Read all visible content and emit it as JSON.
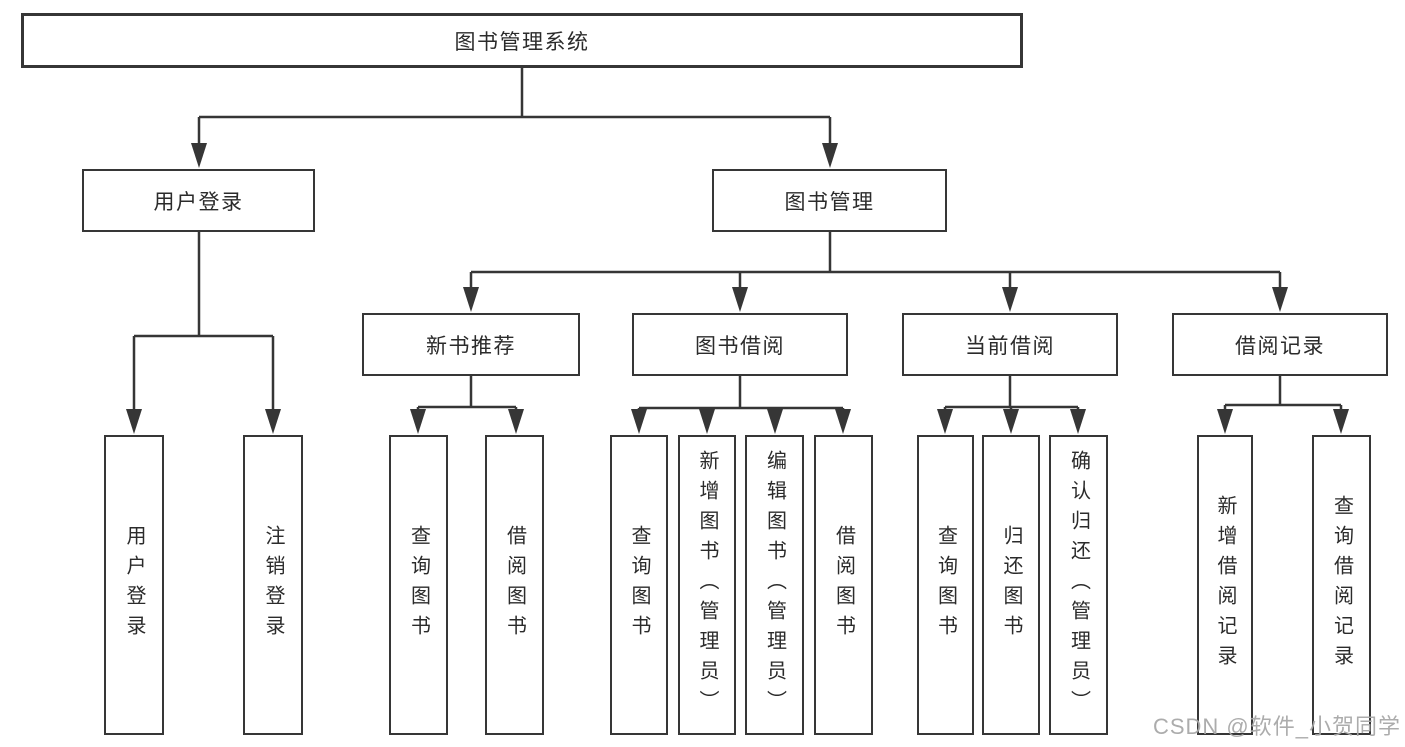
{
  "diagram_title": "图书管理系统",
  "tree": {
    "label": "图书管理系统",
    "children": [
      {
        "label": "用户登录",
        "children": [
          {
            "label": "用户登录"
          },
          {
            "label": "注销登录"
          }
        ]
      },
      {
        "label": "图书管理",
        "children": [
          {
            "label": "新书推荐",
            "children": [
              {
                "label": "查询图书"
              },
              {
                "label": "借阅图书"
              }
            ]
          },
          {
            "label": "图书借阅",
            "children": [
              {
                "label": "查询图书"
              },
              {
                "label": "新增图书（管理员）"
              },
              {
                "label": "编辑图书（管理员）"
              },
              {
                "label": "借阅图书"
              }
            ]
          },
          {
            "label": "当前借阅",
            "children": [
              {
                "label": "查询图书"
              },
              {
                "label": "归还图书"
              },
              {
                "label": "确认归还（管理员）"
              }
            ]
          },
          {
            "label": "借阅记录",
            "children": [
              {
                "label": "新增借阅记录"
              },
              {
                "label": "查询借阅记录"
              }
            ]
          }
        ]
      }
    ]
  },
  "watermark": {
    "text": "CSDN @软件_小贺同学"
  },
  "colors": {
    "background": "#ffffff",
    "line": "#363636",
    "box_border": "#363636",
    "text": "#2b2b2b",
    "watermark": "#a8a8a8"
  }
}
